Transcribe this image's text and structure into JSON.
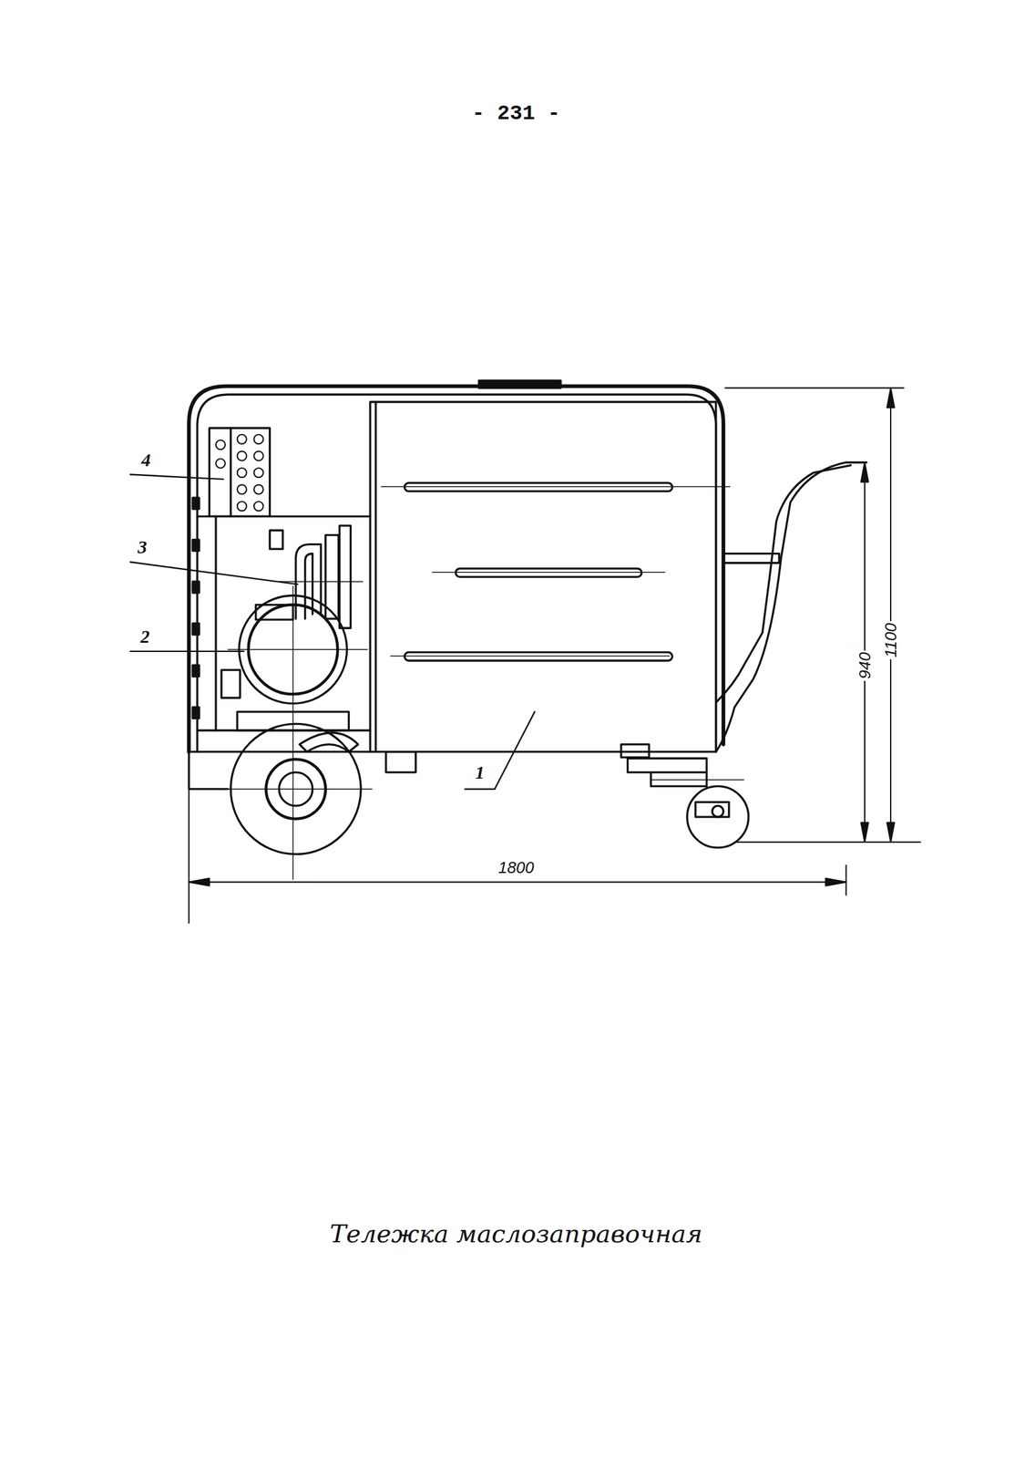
{
  "diagram": {
    "caption": "Тележка маслозаправочная",
    "labels": [
      "- 231 -",
      "4",
      "3",
      "2",
      "1",
      "1800",
      "940",
      "1100"
    ]
  }
}
